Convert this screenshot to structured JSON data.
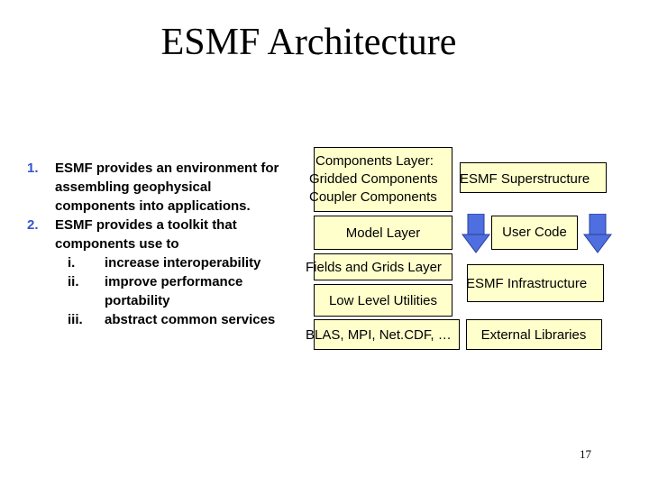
{
  "title": "ESMF Architecture",
  "list": {
    "item1": {
      "num": "1.",
      "line1": "ESMF provides an environment for",
      "line2": "assembling geophysical",
      "line3": "components into applications."
    },
    "item2": {
      "num": "2.",
      "line1": "ESMF provides a toolkit that",
      "line2": "components use to"
    },
    "subitems": [
      {
        "num": "i.",
        "line1": "increase interoperability"
      },
      {
        "num": "ii.",
        "line1": "improve performance",
        "line2": "portability"
      },
      {
        "num": "iii.",
        "line1": "abstract common services"
      }
    ]
  },
  "diagram": {
    "components_layer": {
      "line1": "Components Layer:",
      "line2": "Gridded Components",
      "line3": "Coupler Components"
    },
    "superstructure": "ESMF Superstructure",
    "user_code": "User Code",
    "model_layer": "Model Layer",
    "fields_grids_layer": "Fields and Grids Layer",
    "infrastructure": "ESMF Infrastructure",
    "low_level_utilities": "Low Level Utilities",
    "external_libs_box": "BLAS, MPI, Net.CDF, …",
    "external_libraries": "External Libraries",
    "colors": {
      "box_fill": "#ffffcc",
      "arrow_fill": "#4f6fe0"
    }
  },
  "page_number": "17"
}
